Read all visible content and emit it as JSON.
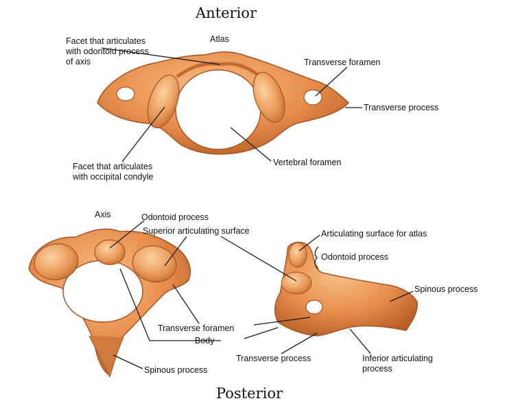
{
  "headings": {
    "anterior": "Anterior",
    "posterior": "Posterior"
  },
  "atlas": {
    "title": "Atlas",
    "facet_odontoid": [
      "Facet that articulates",
      "with odontoid process",
      "of axis"
    ],
    "transverse_foramen": "Transverse foramen",
    "transverse_process": "Transverse process",
    "facet_occipital": [
      "Facet that articulates",
      "with occipital condyle"
    ],
    "vertebral_foramen": "Vertebral foramen"
  },
  "axis": {
    "title": "Axis",
    "odontoid_process": "Odontoid process",
    "superior_articulating_surface": "Superior articulating surface",
    "transverse_foramen": "Transverse  foramen",
    "body": "Body",
    "spinous_process": "Spinous process"
  },
  "axis_lateral": {
    "articulating_surface_for_atlas": "Articulating surface for atlas",
    "odontoid_process": "Odontoid process",
    "spinous_process": "Spinous process",
    "transverse_process": "Transverse  process",
    "inferior_articulating_process": [
      "Inferior articulating",
      "process"
    ]
  },
  "colors": {
    "bone": "#e8904e",
    "bone_dark": "#b85f26",
    "bone_light": "#f7bf86",
    "line": "#1a1a1a"
  }
}
